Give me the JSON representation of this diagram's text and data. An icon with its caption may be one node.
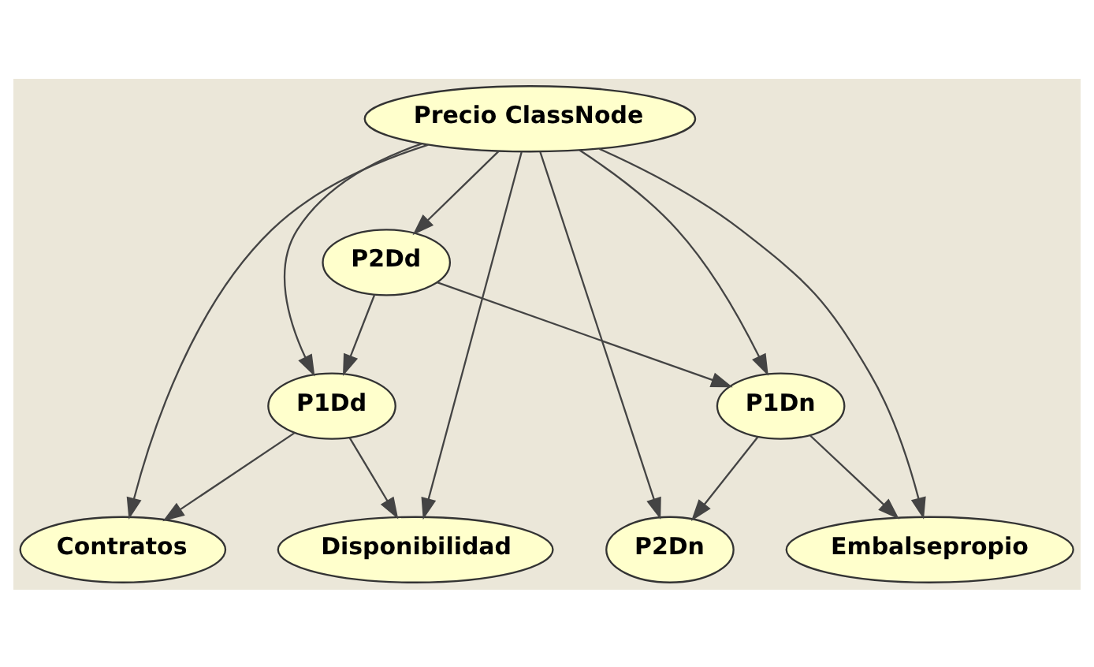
{
  "diagram": {
    "nodes": [
      {
        "text": [
          "Precio ClassNode"
        ]
      },
      {
        "text": [
          "Contratos"
        ]
      },
      {
        "text": [
          "P2Dn"
        ]
      },
      {
        "text": [
          "P1Dd"
        ]
      },
      {
        "text": [
          "Disponibilidad"
        ]
      },
      {
        "text": [
          "Embalsepropio"
        ]
      },
      {
        "text": [
          "P1Dn"
        ]
      },
      {
        "text": [
          "P2Dd"
        ]
      }
    ],
    "edges": [
      {
        "from": 0,
        "to": 1,
        "arrow": "to"
      },
      {
        "from": 0,
        "to": 3,
        "arrow": "to"
      },
      {
        "from": 0,
        "to": 4,
        "arrow": "to"
      },
      {
        "from": 0,
        "to": 7,
        "arrow": "to"
      },
      {
        "from": 0,
        "to": 5,
        "arrow": "to"
      },
      {
        "from": 0,
        "to": 6,
        "arrow": "to"
      },
      {
        "from": 0,
        "to": 2,
        "arrow": "to"
      },
      {
        "from": 3,
        "to": 1,
        "arrow": "to"
      },
      {
        "from": 3,
        "to": 4,
        "arrow": "to"
      },
      {
        "from": 6,
        "to": 2,
        "arrow": "to"
      },
      {
        "from": 6,
        "to": 5,
        "arrow": "to"
      },
      {
        "from": 7,
        "to": 3,
        "arrow": "to"
      },
      {
        "from": 7,
        "to": 6,
        "arrow": "to"
      }
    ]
  }
}
